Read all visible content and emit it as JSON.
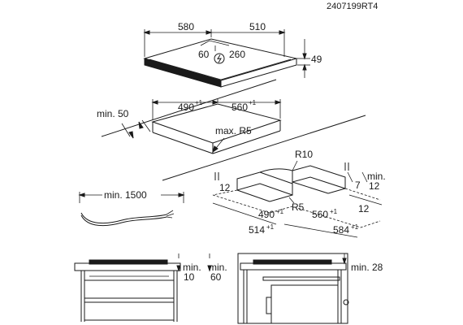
{
  "doc_code": "2407199RT4",
  "hob": {
    "width": "580",
    "depth": "510",
    "height": "49",
    "conn_a": "60",
    "conn_b": "260"
  },
  "cutout": {
    "width": "490",
    "width_tol": "+1",
    "depth": "560",
    "depth_tol": "+1",
    "edge_min": "min. 50",
    "radius": "max. R5"
  },
  "cable": {
    "length": "min. 1500"
  },
  "frame": {
    "r_outer": "R10",
    "r_inner": "R5",
    "min": "min.",
    "d7": "7",
    "d12a": "12",
    "d12b": "12",
    "d12c": "12",
    "w_inner": "490",
    "w_inner_tol": "+1",
    "d_inner": "560",
    "d_inner_tol": "+1",
    "w_outer": "514",
    "w_outer_tol": "+1",
    "d_outer": "584",
    "d_outer_tol": "+1"
  },
  "section_a": {
    "min": "min.",
    "d10": "10",
    "d60": "60"
  },
  "section_b": {
    "label": "min. 28"
  }
}
